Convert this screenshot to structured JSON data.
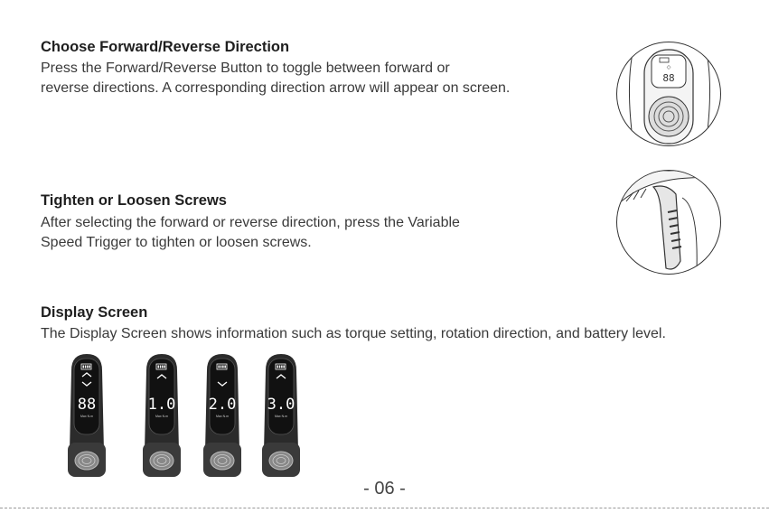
{
  "sections": [
    {
      "heading": "Choose Forward/Reverse Direction",
      "lines": [
        "Press the Forward/Reverse Button to toggle between forward or",
        "reverse directions. A corresponding direction arrow will appear on screen."
      ]
    },
    {
      "heading": "Tighten or Loosen Screws",
      "lines": [
        "After selecting the forward or reverse direction, press the Variable",
        "Speed Trigger to tighten or loosen screws."
      ]
    },
    {
      "heading": "Display Screen",
      "lines": [
        "The Display Screen shows information such as torque setting, rotation direction, and battery level."
      ]
    }
  ],
  "top_illustration": {
    "display_value": "88"
  },
  "devices": [
    {
      "value": "88",
      "unit": "Max N.m",
      "arrows": "both"
    },
    {
      "value": "1.0",
      "unit": "Max N.m",
      "arrows": "up"
    },
    {
      "value": "2.0",
      "unit": "Max N.m",
      "arrows": "down"
    },
    {
      "value": "3.0",
      "unit": "Max N.m",
      "arrows": "up"
    }
  ],
  "page_number": "- 06 -",
  "colors": {
    "heading": "#1f1f1f",
    "body": "#3a3a3a",
    "device": "#2b2b2b",
    "screen": "#111111"
  }
}
